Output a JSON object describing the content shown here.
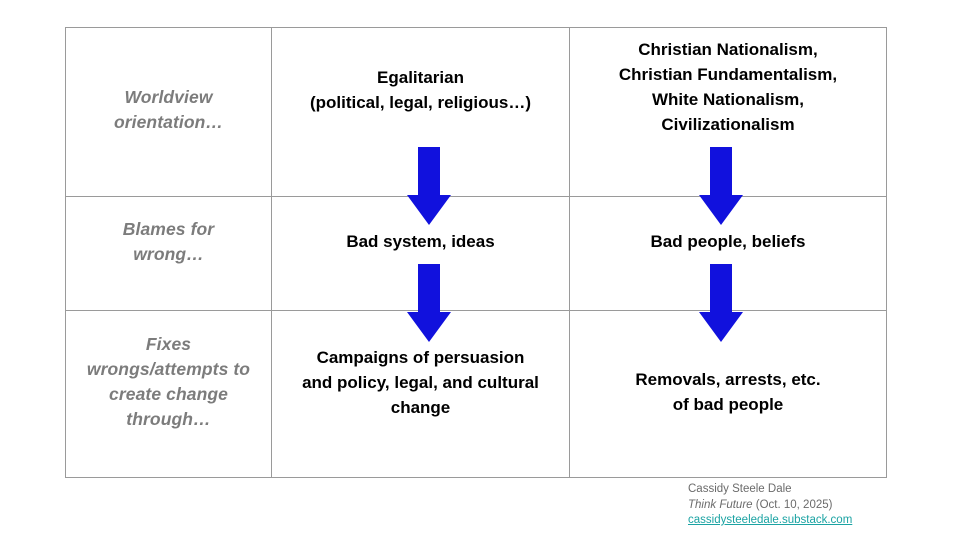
{
  "slide": {
    "background_color": "#ffffff",
    "table_border_color": "#9a9a9a",
    "arrow_color": "#1111dd",
    "row_label_color": "#7c7c7c",
    "cell_text_color": "#000000",
    "link_color": "#1ba3a3"
  },
  "table": {
    "row_labels": [
      "Worldview\norientation…",
      "Blames for\nwrong…",
      "Fixes\nwrongs/attempts to\ncreate change\nthrough…"
    ],
    "columns": [
      {
        "name": "egalitarian",
        "cells": [
          "Egalitarian\n(political, legal, religious…)",
          "Bad system, ideas",
          "Campaigns of persuasion\nand policy, legal, and cultural\nchange"
        ]
      },
      {
        "name": "nationalist",
        "cells": [
          "Christian Nationalism,\nChristian Fundamentalism,\nWhite Nationalism,\nCivilizationalism",
          "Bad people, beliefs",
          "Removals, arrests, etc.\nof bad people"
        ]
      }
    ]
  },
  "arrows": [
    {
      "name": "arrow-left-1",
      "direction": "down",
      "from": "Egalitarian",
      "to": "Bad system, ideas"
    },
    {
      "name": "arrow-right-1",
      "direction": "down",
      "from": "Christian Nationalism",
      "to": "Bad people, beliefs"
    },
    {
      "name": "arrow-left-2",
      "direction": "down",
      "from": "Bad system, ideas",
      "to": "Campaigns of persuasion"
    },
    {
      "name": "arrow-right-2",
      "direction": "down",
      "from": "Bad people, beliefs",
      "to": "Removals, arrests, etc."
    }
  ],
  "attribution": {
    "author": "Cassidy Steele Dale",
    "publication": "Think Future",
    "date": " (Oct. 10, 2025)",
    "link": "cassidysteeledale.substack.com"
  }
}
